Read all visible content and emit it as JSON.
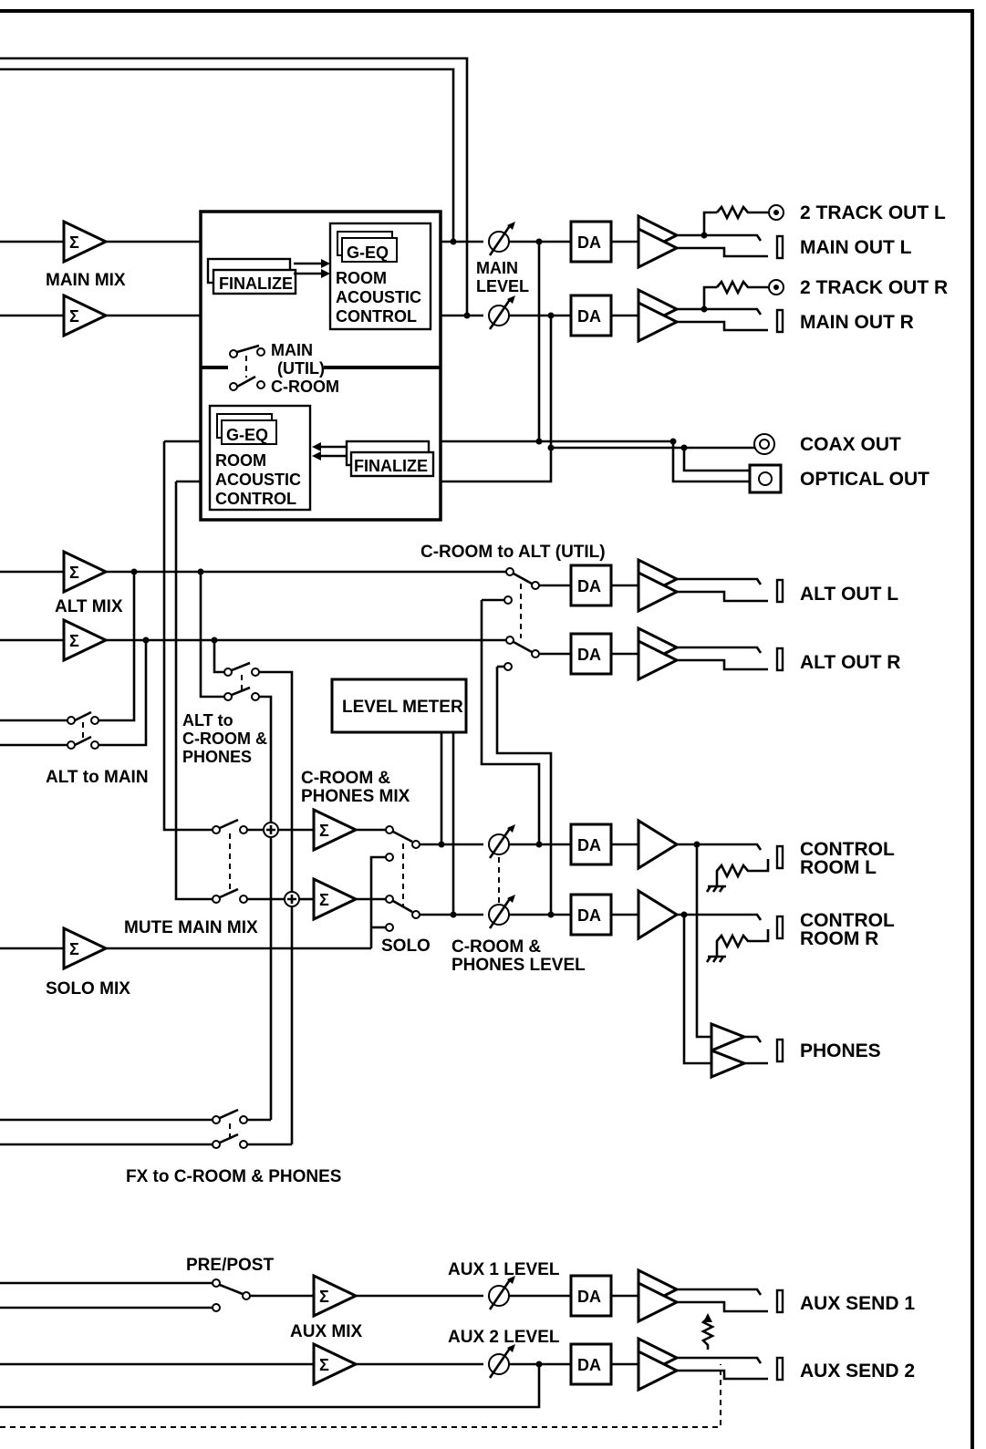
{
  "labels": {
    "main_mix": "MAIN MIX",
    "finalize": "FINALIZE",
    "geq": "G-EQ",
    "room": "ROOM",
    "acoustic": "ACOUSTIC",
    "control": "CONTROL",
    "main_level_1": "MAIN",
    "main_level_2": "LEVEL",
    "sw_main": "MAIN",
    "sw_util": "(UTIL)",
    "sw_croom": "C-ROOM",
    "da": "DA",
    "sigma": "Σ",
    "two_track_out_l": "2 TRACK OUT L",
    "main_out_l": "MAIN OUT L",
    "two_track_out_r": "2 TRACK OUT R",
    "main_out_r": "MAIN OUT R",
    "coax_out": "COAX OUT",
    "optical_out": "OPTICAL OUT",
    "croom_to_alt": "C-ROOM to ALT (UTIL)",
    "alt_mix": "ALT MIX",
    "alt_out_l": "ALT OUT L",
    "alt_out_r": "ALT OUT R",
    "level_meter": "LEVEL METER",
    "alt_to_croom_1": "ALT to",
    "alt_to_croom_2": "C-ROOM &",
    "alt_to_croom_3": "PHONES",
    "alt_to_main": "ALT to MAIN",
    "croom_mix_1": "C-ROOM &",
    "croom_mix_2": "PHONES MIX",
    "mute_main_mix": "MUTE MAIN MIX",
    "solo": "SOLO",
    "croom_level_1": "C-ROOM &",
    "croom_level_2": "PHONES LEVEL",
    "solo_mix": "SOLO MIX",
    "control_room_l_1": "CONTROL",
    "control_room_l_2": "ROOM L",
    "control_room_r_1": "CONTROL",
    "control_room_r_2": "ROOM R",
    "phones": "PHONES",
    "fx_to_croom": "FX to C-ROOM & PHONES",
    "pre_post": "PRE/POST",
    "aux_mix": "AUX MIX",
    "aux1_level": "AUX 1 LEVEL",
    "aux2_level": "AUX 2 LEVEL",
    "aux_send_1": "AUX SEND 1",
    "aux_send_2": "AUX SEND 2"
  }
}
